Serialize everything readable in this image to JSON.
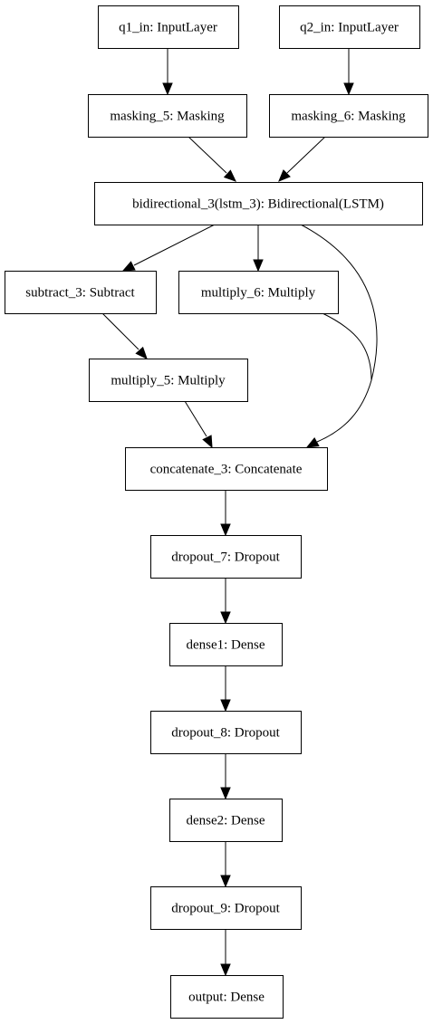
{
  "nodes": [
    {
      "id": "q1_in",
      "label": "q1_in: InputLayer"
    },
    {
      "id": "q2_in",
      "label": "q2_in: InputLayer"
    },
    {
      "id": "masking_5",
      "label": "masking_5: Masking"
    },
    {
      "id": "masking_6",
      "label": "masking_6: Masking"
    },
    {
      "id": "bidirectional_3",
      "label": "bidirectional_3(lstm_3): Bidirectional(LSTM)"
    },
    {
      "id": "subtract_3",
      "label": "subtract_3: Subtract"
    },
    {
      "id": "multiply_6",
      "label": "multiply_6: Multiply"
    },
    {
      "id": "multiply_5",
      "label": "multiply_5: Multiply"
    },
    {
      "id": "concatenate_3",
      "label": "concatenate_3: Concatenate"
    },
    {
      "id": "dropout_7",
      "label": "dropout_7: Dropout"
    },
    {
      "id": "dense1",
      "label": "dense1: Dense"
    },
    {
      "id": "dropout_8",
      "label": "dropout_8: Dropout"
    },
    {
      "id": "dense2",
      "label": "dense2: Dense"
    },
    {
      "id": "dropout_9",
      "label": "dropout_9: Dropout"
    },
    {
      "id": "output",
      "label": "output: Dense"
    }
  ],
  "edges": [
    {
      "from": "q1_in",
      "to": "masking_5"
    },
    {
      "from": "q2_in",
      "to": "masking_6"
    },
    {
      "from": "masking_5",
      "to": "bidirectional_3"
    },
    {
      "from": "masking_6",
      "to": "bidirectional_3"
    },
    {
      "from": "bidirectional_3",
      "to": "subtract_3"
    },
    {
      "from": "bidirectional_3",
      "to": "multiply_6"
    },
    {
      "from": "bidirectional_3",
      "to": "concatenate_3"
    },
    {
      "from": "subtract_3",
      "to": "multiply_5"
    },
    {
      "from": "multiply_5",
      "to": "concatenate_3"
    },
    {
      "from": "multiply_6",
      "to": "concatenate_3"
    },
    {
      "from": "concatenate_3",
      "to": "dropout_7"
    },
    {
      "from": "dropout_7",
      "to": "dense1"
    },
    {
      "from": "dense1",
      "to": "dropout_8"
    },
    {
      "from": "dropout_8",
      "to": "dense2"
    },
    {
      "from": "dense2",
      "to": "dropout_9"
    },
    {
      "from": "dropout_9",
      "to": "output"
    }
  ]
}
